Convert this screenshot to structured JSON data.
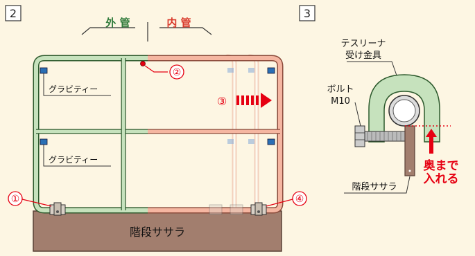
{
  "panels": {
    "left": {
      "number": "2"
    },
    "right": {
      "number": "3"
    }
  },
  "labels": {
    "outer_pipe": "外 管",
    "inner_pipe": "内 管",
    "gravity_upper": "グラビティー",
    "gravity_lower": "グラビティー",
    "stair_stringer_left": "階段ササラ",
    "stair_stringer_right": "階段ササラ",
    "tesliner_line1": "テスリーナ",
    "tesliner_line2": "受け金具",
    "bolt_line1": "ボルト",
    "bolt_line2": "M10",
    "insert_line1": "奥まで",
    "insert_line2": "入れる"
  },
  "steps": {
    "s1": "①",
    "s2": "②",
    "s3": "③",
    "s4": "④"
  },
  "colors": {
    "outer_pipe": "#c6e2bd",
    "inner_pipe": "#f5b6a1",
    "pipe_stroke": "#2d5a2d",
    "stringer": "#a27e6e",
    "accent_red": "#e60012",
    "background": "#fdf6e3"
  },
  "icons": {
    "arrow": "arrow-right-icon"
  }
}
